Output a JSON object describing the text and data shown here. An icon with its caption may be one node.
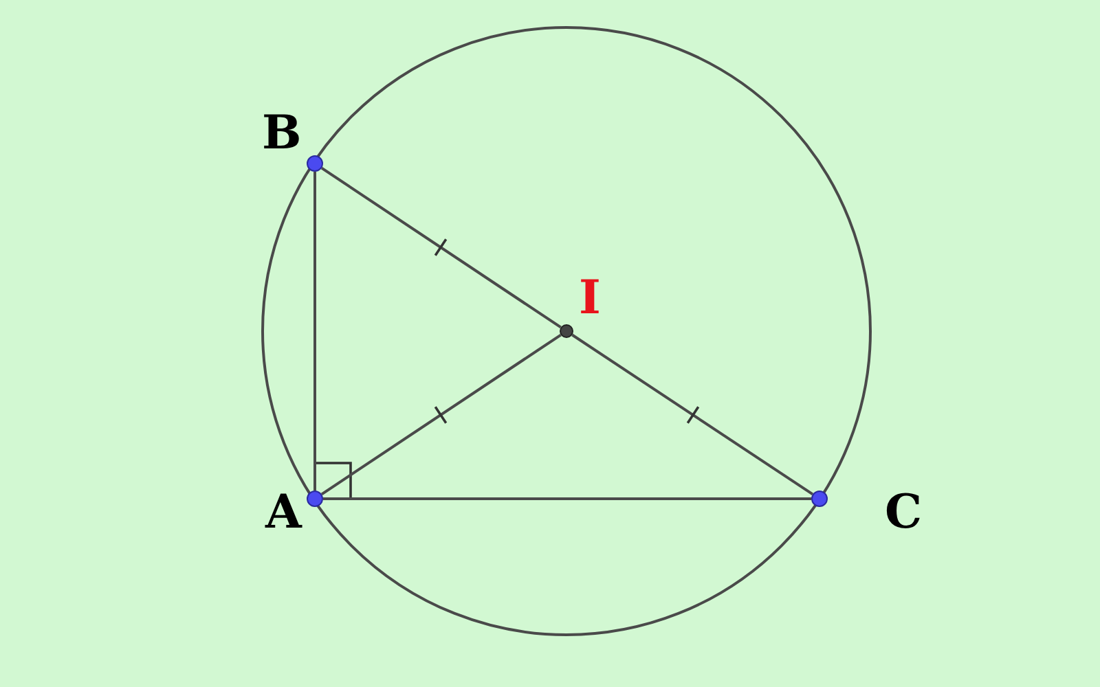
{
  "diagram": {
    "nodes": [
      {
        "text": [],
        "shape": "circle",
        "beside": [
          "B"
        ]
      },
      {
        "text": [],
        "shape": "circle",
        "beside": [
          "I"
        ]
      },
      {
        "text": [],
        "shape": "circle",
        "beside": [
          "A"
        ]
      },
      {
        "text": [],
        "shape": "circle",
        "beside": [
          "C"
        ]
      }
    ],
    "edges": [
      {
        "from": 2,
        "to": 0,
        "arrow": "none"
      },
      {
        "from": 0,
        "to": 1,
        "arrow": "none"
      },
      {
        "from": 1,
        "to": 3,
        "arrow": "none"
      },
      {
        "from": 2,
        "to": 3,
        "arrow": "none"
      },
      {
        "from": 2,
        "to": 1,
        "arrow": "none"
      }
    ]
  }
}
